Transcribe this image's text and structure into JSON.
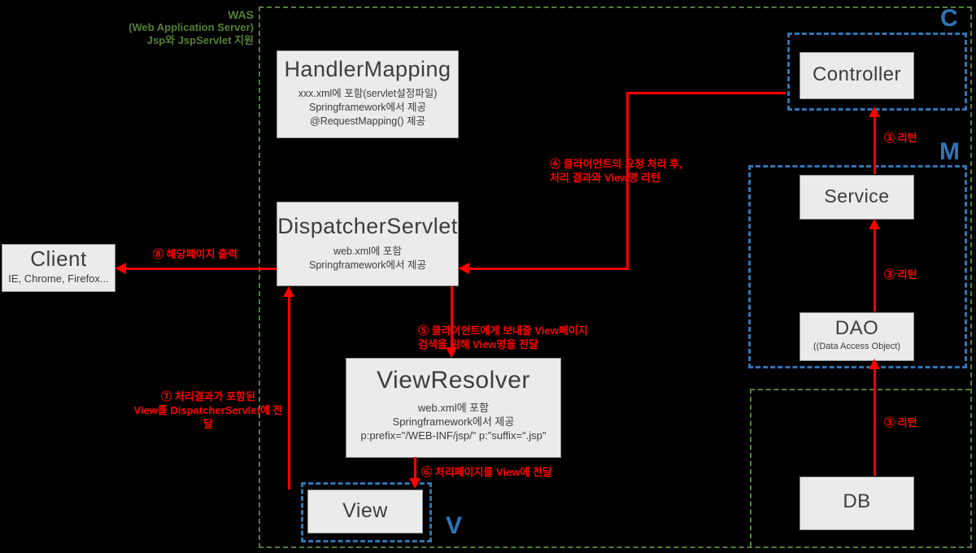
{
  "was": {
    "title": "WAS",
    "subtitle": "(Web Application Server)",
    "note": "Jsp와 JspServlet 지원"
  },
  "mvc": {
    "c": "C",
    "m": "M",
    "v": "V"
  },
  "boxes": {
    "handler_mapping": {
      "title": "HandlerMapping",
      "lines": [
        "xxx.xml에 포함(servlet설정파일)",
        "Springframework에서 제공",
        "@RequestMapping() 제공"
      ]
    },
    "dispatcher_servlet": {
      "title": "DispatcherServlet",
      "lines": [
        "web.xml에 포함",
        "Springframework에서 제공"
      ]
    },
    "client": {
      "title": "Client",
      "lines": [
        "IE, Chrome, Firefox..."
      ]
    },
    "view_resolver": {
      "title": "ViewResolver",
      "lines": [
        "web.xml에 포함",
        "Springframework에서 제공",
        "p:prefix=\"/WEB-INF/jsp/\" p:\"suffix=\".jsp\""
      ]
    },
    "view": {
      "title": "View"
    },
    "controller": {
      "title": "Controller"
    },
    "service": {
      "title": "Service"
    },
    "dao": {
      "title": "DAO",
      "lines": [
        "((Data Access Object)"
      ]
    },
    "db": {
      "title": "DB"
    }
  },
  "steps": {
    "step4_line1": "④ 클라이언트의 요청 처리 후,",
    "step4_line2": "처리 결과와 View명 리턴",
    "step5_line1": "⑤ 클라이언트에게 보내줄 View페이지",
    "step5_line2": "검색을 위해 View명을 전달",
    "step6": "⑥ 처리페이지를 View에 전달",
    "step7_line1": "⑦ 처리결과가 포함된",
    "step7_line2": "View를 DispatcherServlet에 전달",
    "step8": "⑧ 해당페이지 출력",
    "return_label": "③ 리턴"
  },
  "colors": {
    "red": "#ff0000",
    "green": "#538135",
    "blue": "#2e75b6",
    "box_fill": "#ebebeb"
  }
}
